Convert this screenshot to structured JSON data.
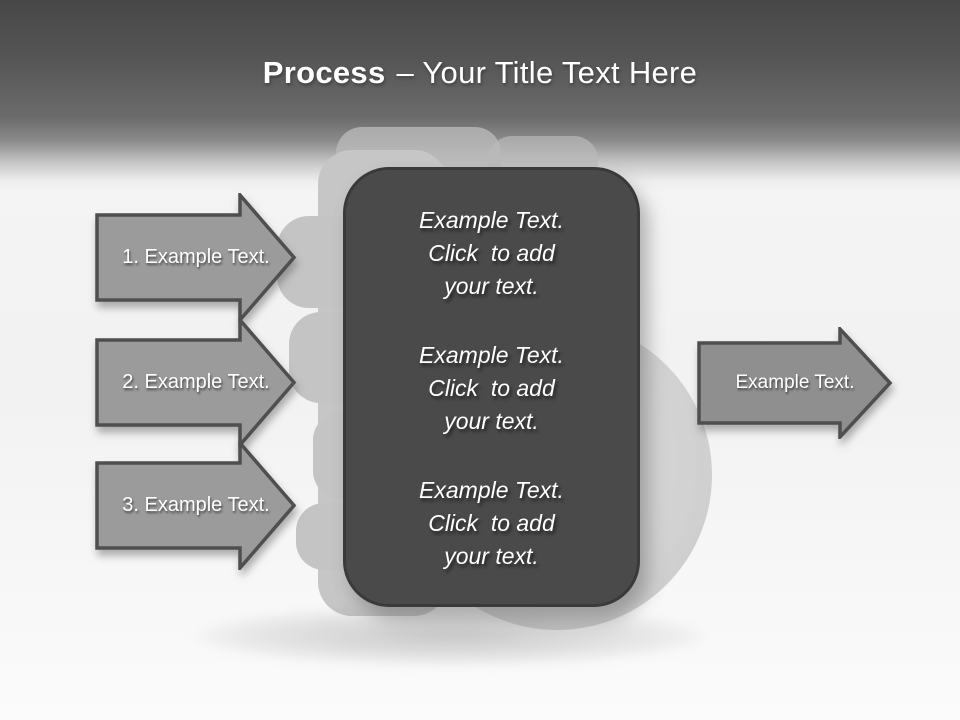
{
  "header": {
    "title_bold": "Process",
    "title_rest": "– Your Title Text Here"
  },
  "left_arrows": [
    {
      "label": "1. Example Text."
    },
    {
      "label": "2. Example Text."
    },
    {
      "label": "3. Example Text."
    }
  ],
  "center_box": {
    "blocks": [
      {
        "text": "Example Text.\nClick  to add\nyour text."
      },
      {
        "text": "Example Text.\nClick  to add\nyour text."
      },
      {
        "text": "Example Text.\nClick  to add\nyour text."
      }
    ]
  },
  "right_arrow": {
    "label": "Example Text."
  },
  "decor": {
    "background_icon": "fist-hand-silhouette"
  },
  "colors": {
    "header_top": "#474747",
    "header_mid": "#6b6b6b",
    "title_text": "#ffffff",
    "arrow_fill": "#9b9b9b",
    "arrow_border": "#4f4f4f",
    "right_arrow_fill": "#8f8f8f",
    "box_fill": "#4a4a4a",
    "box_border": "#3a3a3a",
    "box_text": "#ffffff",
    "silhouette_gray": "#c6c6c6",
    "circle_gray": "#d2d2d2"
  }
}
